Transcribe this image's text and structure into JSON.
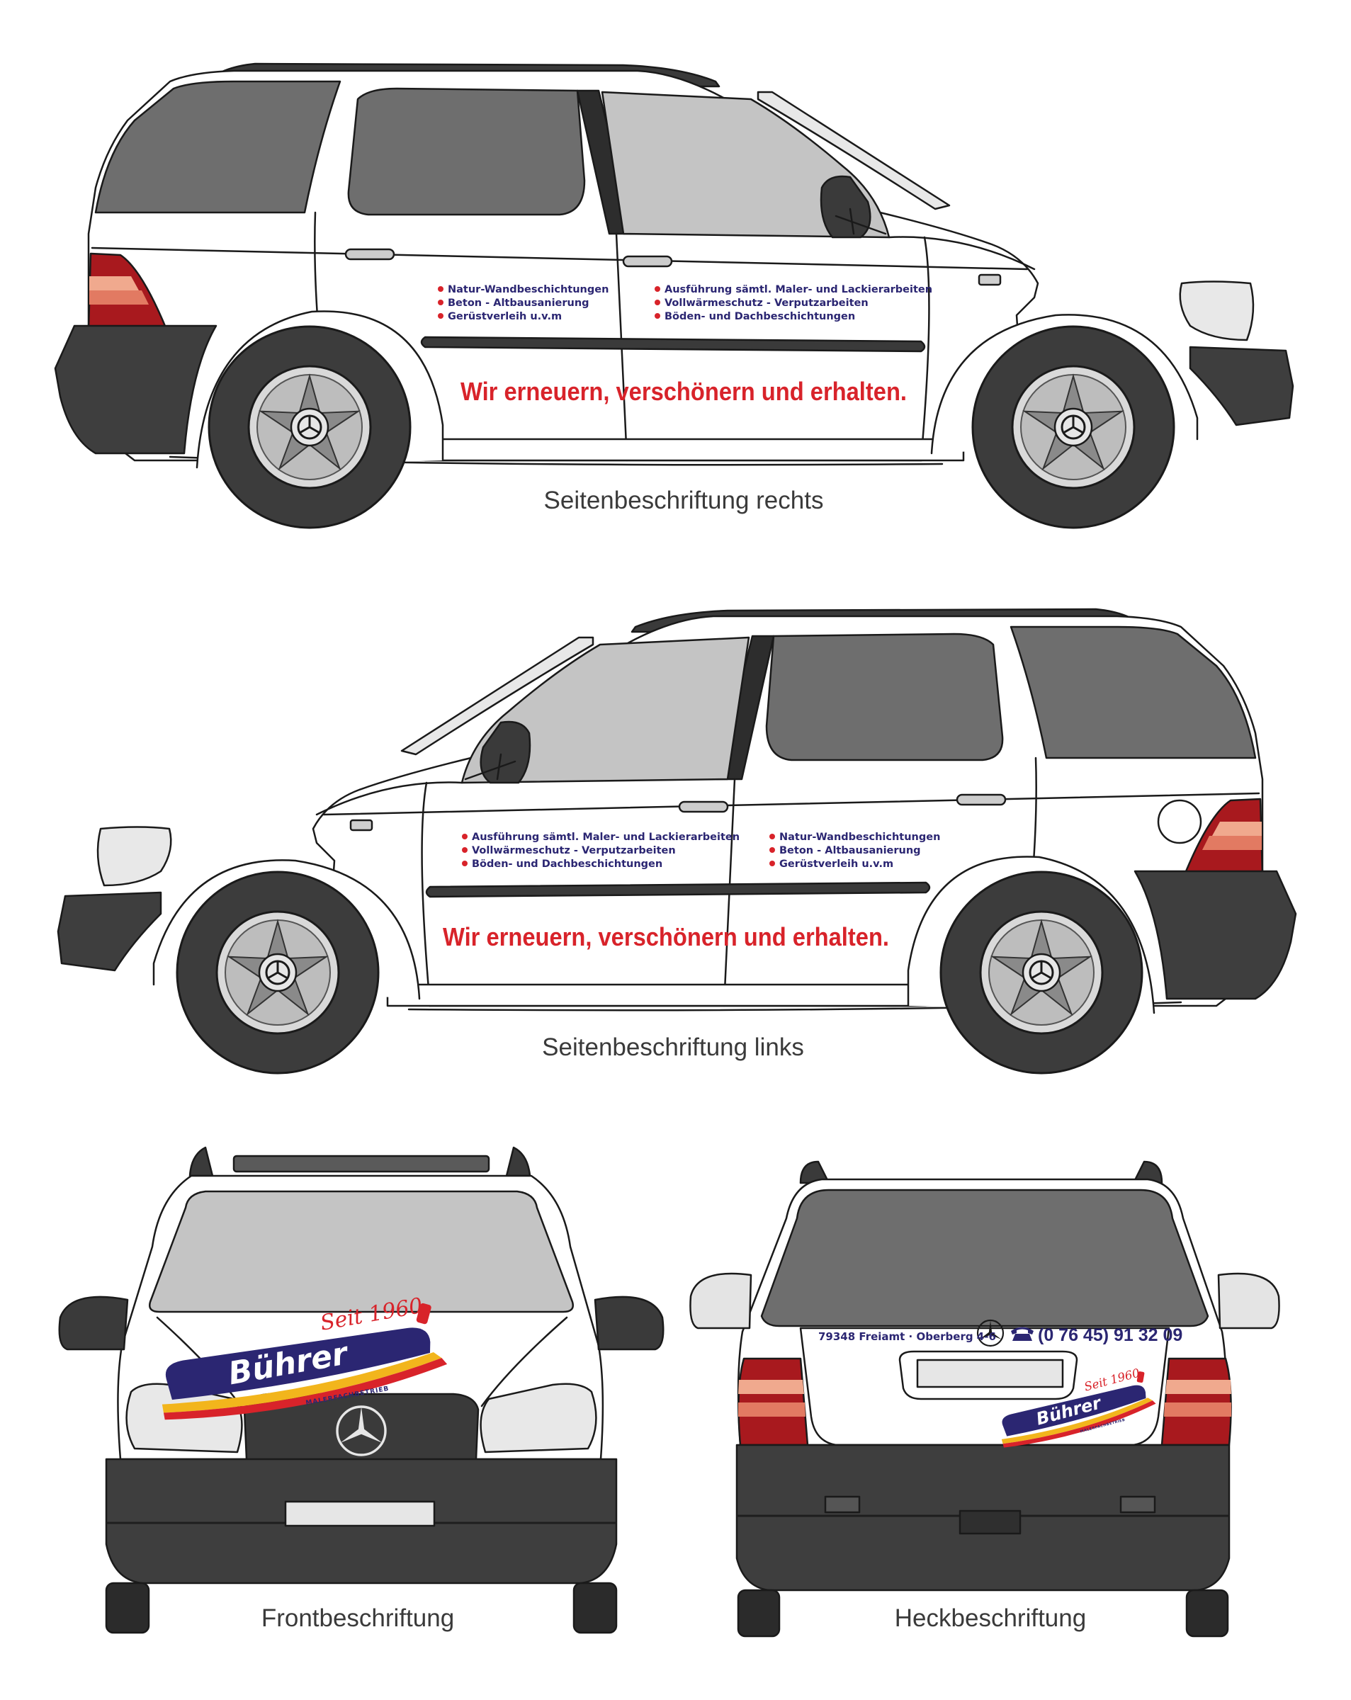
{
  "captions": {
    "right": "Seitenbeschriftung rechts",
    "left": "Seitenbeschriftung links",
    "front": "Frontbeschriftung",
    "rear": "Heckbeschriftung"
  },
  "services_group_a": [
    "Natur-Wandbeschichtungen",
    "Beton - Altbausanierung",
    "Gerüstverleih u.v.m"
  ],
  "services_group_b": [
    "Ausführung sämtl. Maler- und Lackierarbeiten",
    "Vollwärmeschutz - Verputzarbeiten",
    "Böden- und Dachbeschichtungen"
  ],
  "slogan": "Wir erneuern, verschönern und erhalten.",
  "logo": {
    "name": "Bührer",
    "since": "Seit 1960",
    "subline": "MALERFACHBETRIEB"
  },
  "rear_info": {
    "address": "79348 Freiamt · Oberberg 4-6",
    "phone_icon": "telephone-icon",
    "phone": "(0 76 45) 91 32 09"
  },
  "colors": {
    "brand_blue": "#2b2672",
    "brand_red": "#d8232a",
    "brand_yellow": "#f2b51c",
    "glass_dark": "#6e6e6e",
    "glass_light": "#c4c4c4",
    "bumper": "#3e3e3e",
    "taillight_red": "#a8191e",
    "taillight_pink": "#f0a98e"
  }
}
